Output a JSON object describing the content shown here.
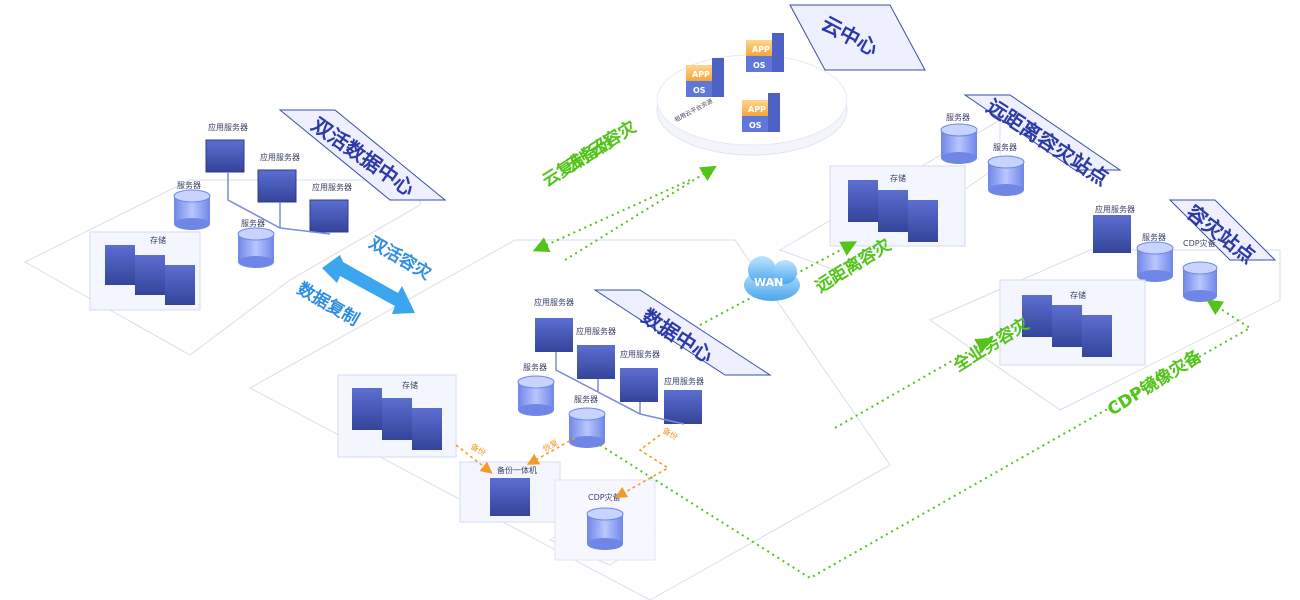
{
  "regions": {
    "cloud_center": {
      "title": "云中心",
      "platform_label": "租用云平台资源",
      "app": "APP",
      "os": "OS"
    },
    "active_dc": {
      "title": "双活数据中心",
      "app_server": "应用服务器",
      "server": "服务器",
      "storage": "存储"
    },
    "data_center": {
      "title": "数据中心",
      "app_server": "应用服务器",
      "server": "服务器",
      "storage": "存储",
      "backup_machine": "备份一体机",
      "cdp": "CDP灾备"
    },
    "remote_dr": {
      "title": "远距离容灾站点",
      "server": "服务器",
      "storage": "存储"
    },
    "dr_site": {
      "title": "容灾站点",
      "app_server": "应用服务器",
      "server": "服务器",
      "storage": "存储",
      "cdp": "CDP灾备"
    }
  },
  "links": {
    "cloud_dr": [
      "云容灾",
      "云备份",
      "云复制"
    ],
    "active_active": "双活容灾",
    "data_replication": "数据复制",
    "wan": "WAN",
    "remote_dr": "远距离容灾",
    "business_dr": "全业务容灾",
    "cdp_mirror": "CDP镜像灾备",
    "backup": "备份",
    "recover": "恢复"
  },
  "colors": {
    "title_bg": "#eef0ff",
    "title_fg": "#2b3aa6",
    "green": "#52c41a",
    "blue_arrow": "#3aa6f0",
    "orange": "#f39a2b",
    "rack": "#3a4fa8"
  }
}
